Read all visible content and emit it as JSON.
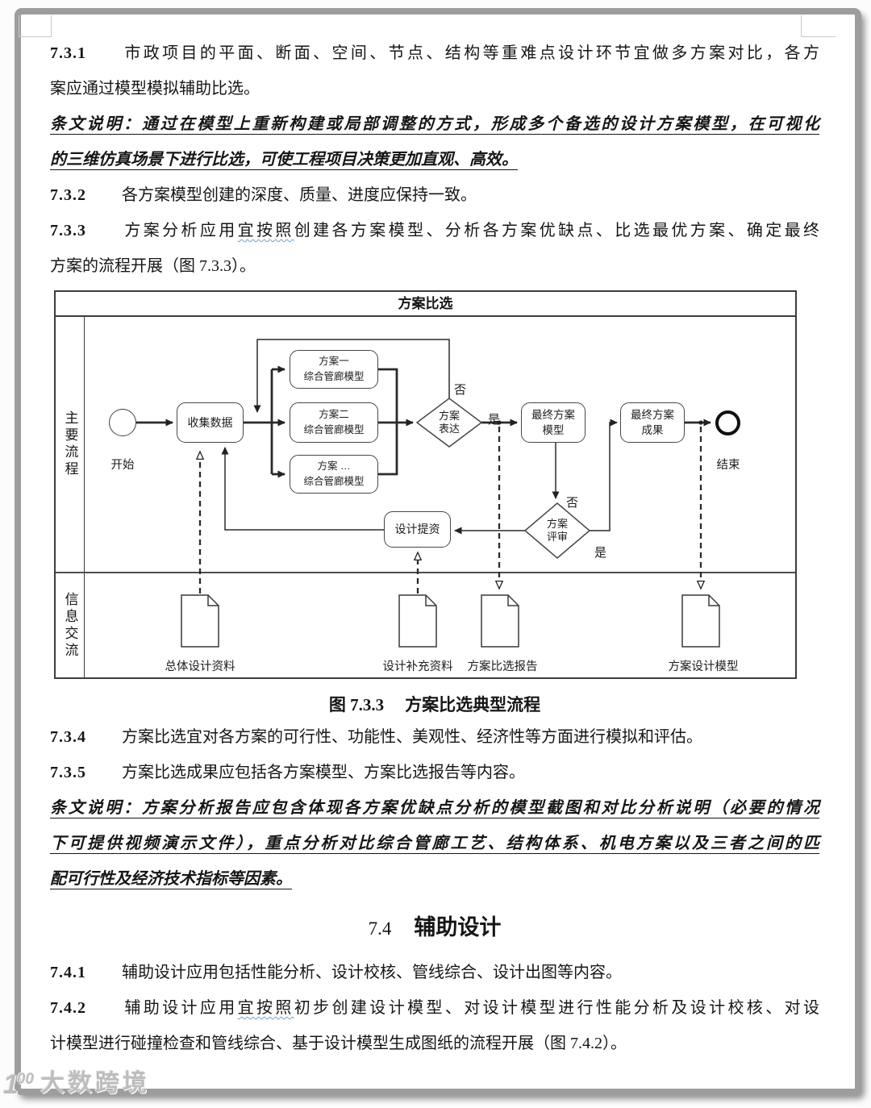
{
  "clauses": {
    "c731": {
      "num": "7.3.1",
      "l1": "市政项目的平面、断面、空间、节点、结构等重难点设计环节宜做多方案对比，各方",
      "l2": "案应通过模型模拟辅助比选。"
    },
    "note1": {
      "l1": "条文说明：通过在模型上重新构建或局部调整的方式，形成多个备选的设计方案模型，在可视化",
      "l2": "的三维仿真场景下进行比选，可使工程项目决策更加直观、高效。"
    },
    "c732": {
      "num": "7.3.2",
      "l1": "各方案模型创建的深度、质量、进度应保持一致。"
    },
    "c733": {
      "num": "7.3.3",
      "l1_pre": "方案分析应用",
      "l1_wavy": "宜按照",
      "l1_post": "创建各方案模型、分析各方案优缺点、比选最优方案、确定最终",
      "l2": "方案的流程开展（图 7.3.3）。"
    },
    "caption": {
      "fig": "图 7.3.3",
      "title": "方案比选典型流程"
    },
    "c734": {
      "num": "7.3.4",
      "l1": "方案比选宜对各方案的可行性、功能性、美观性、经济性等方面进行模拟和评估。"
    },
    "c735": {
      "num": "7.3.5",
      "l1": "方案比选成果应包括各方案模型、方案比选报告等内容。"
    },
    "note2": {
      "l1": "条文说明：方案分析报告应包含体现各方案优缺点分析的模型截图和对比分析说明（必要的情况",
      "l2": "下可提供视频演示文件），重点分析对比综合管廊工艺、结构体系、机电方案以及三者之间的匹",
      "l3": "配可行性及经济技术指标等因素。"
    },
    "h74": {
      "num": "7.4",
      "title": "辅助设计"
    },
    "c741": {
      "num": "7.4.1",
      "l1": "辅助设计应用包括性能分析、设计校核、管线综合、设计出图等内容。"
    },
    "c742": {
      "num": "7.4.2",
      "l1_pre": "辅助设计应用",
      "l1_wavy": "宜按照",
      "l1_post": "初步创建设计模型、对设计模型进行性能分析及设计校核、对设",
      "l2": "计模型进行碰撞检查和管线综合、基于设计模型生成图纸的流程开展（图 7.4.2）。"
    }
  },
  "flowchart": {
    "title": "方案比选",
    "lane_main": "主要流程",
    "lane_info": "信息交流",
    "start": "开始",
    "end": "结束",
    "collect": "收集数据",
    "s1l1": "方案一",
    "s1l2": "综合管廊模型",
    "s2l1": "方案二",
    "s2l2": "综合管廊模型",
    "s3l1": "方案 …",
    "s3l2": "综合管廊模型",
    "d1l1": "方案",
    "d1l2": "表达",
    "model_l1": "最终方案",
    "model_l2": "模型",
    "d2l1": "方案",
    "d2l2": "评审",
    "tiqi": "设计提资",
    "result_l1": "最终方案",
    "result_l2": "成果",
    "yes": "是",
    "no": "否",
    "doc1": "总体设计资料",
    "doc2": "设计补充资料",
    "doc3": "方案比选报告",
    "doc4": "方案设计模型"
  },
  "watermark": {
    "logo_one": "1",
    "logo_sup": "00",
    "text": "大数跨境"
  }
}
